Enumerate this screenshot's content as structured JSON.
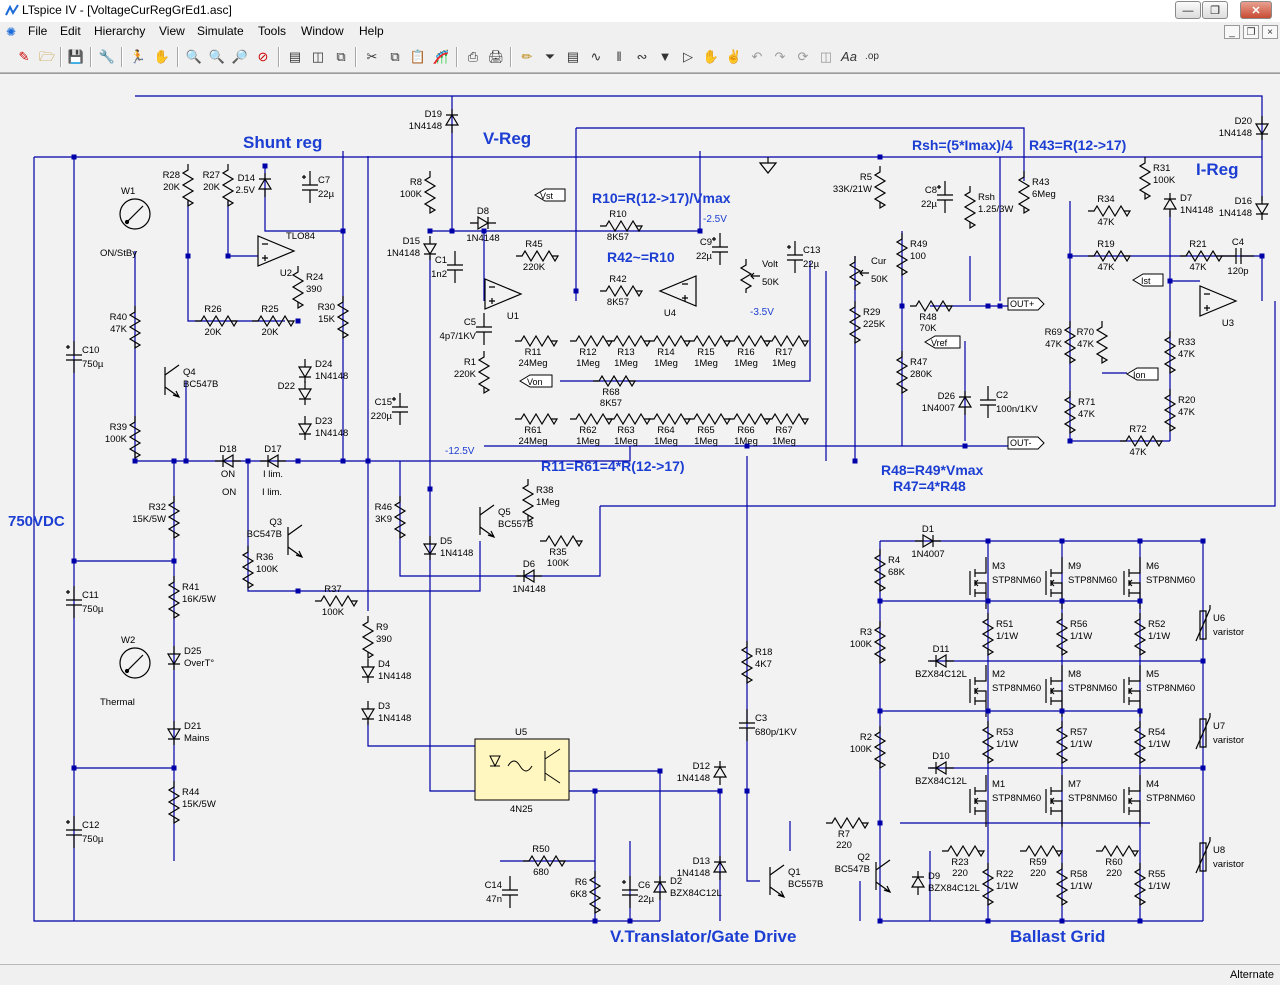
{
  "window": {
    "title": "LTspice IV - [VoltageCurRegGrEd1.asc]"
  },
  "menu": [
    "File",
    "Edit",
    "Hierarchy",
    "View",
    "Simulate",
    "Tools",
    "Window",
    "Help"
  ],
  "toolbar_icons": [
    "new-schematic-icon",
    "open-icon",
    "save-icon",
    "control-panel-icon",
    "run-icon",
    "halt-icon",
    "zoom-in-icon",
    "zoom-pan-icon",
    "zoom-out-icon",
    "zoom-cancel-icon",
    "tile-horizontal-icon",
    "tile-vertical-icon",
    "cascade-icon",
    "cut-icon",
    "copy-icon",
    "paste-icon",
    "find-icon",
    "print-setup-icon",
    "print-icon",
    "draw-wire-icon",
    "ground-icon",
    "label-net-icon",
    "resistor-icon",
    "capacitor-icon",
    "inductor-icon",
    "diode-icon",
    "component-icon",
    "move-icon",
    "drag-icon",
    "undo-icon",
    "redo-icon",
    "rotate-icon",
    "mirror-icon",
    "text-icon",
    "spice-directive-icon"
  ],
  "status": {
    "text": "Alternate"
  },
  "schematic": {
    "headings": {
      "shunt_reg": "Shunt reg",
      "v_reg": "V-Reg",
      "i_reg": "I-Reg",
      "v_translator": "V.Translator/Gate Drive",
      "ballast_grid": "Ballast Grid",
      "supply": "750VDC"
    },
    "notes": {
      "rsh_formula": "Rsh=(5*Imax)/4",
      "r43_formula": "R43=R(12->17)",
      "r10_formula": "R10=R(12->17)/Vmax",
      "r42_formula": "R42~=R10",
      "r11_formula": "R11=R61=4*R(12->17)",
      "r48_formula": "R48=R49*Vmax",
      "r47_formula": "R47=4*R48",
      "n25v": "-2.5V",
      "n35v": "-3.5V",
      "n125v": "-12.5V"
    },
    "netlabels": {
      "vst": "Vst",
      "ist": "Ist",
      "vref": "Vref",
      "von": "Von",
      "ion": "Ion",
      "outp": "OUT+",
      "outm": "OUT-"
    },
    "parts": [
      {
        "ref": "D19",
        "val": "1N4148"
      },
      {
        "ref": "D20",
        "val": "1N4148"
      },
      {
        "ref": "R31",
        "val": "100K"
      },
      {
        "ref": "R28",
        "val": "20K"
      },
      {
        "ref": "R27",
        "val": "20K"
      },
      {
        "ref": "D14",
        "val": "2.5V"
      },
      {
        "ref": "C7",
        "val": "22µ"
      },
      {
        "ref": "W1",
        "val": "ON/StBy"
      },
      {
        "ref": "U2",
        "val": "TLO84"
      },
      {
        "ref": "R24",
        "val": "390"
      },
      {
        "ref": "R30",
        "val": "15K"
      },
      {
        "ref": "R26",
        "val": "20K"
      },
      {
        "ref": "R25",
        "val": "20K"
      },
      {
        "ref": "R40",
        "val": "47K"
      },
      {
        "ref": "C10",
        "val": "750µ"
      },
      {
        "ref": "Q4",
        "val": "BC547B"
      },
      {
        "ref": "D24",
        "val": "1N4148"
      },
      {
        "ref": "D22",
        "val": ""
      },
      {
        "ref": "D23",
        "val": "1N4148"
      },
      {
        "ref": "R39",
        "val": "100K"
      },
      {
        "ref": "D18",
        "val": "ON"
      },
      {
        "ref": "D17",
        "val": "I lim."
      },
      {
        "ref": "R8",
        "val": "100K"
      },
      {
        "ref": "D8",
        "val": "1N4148"
      },
      {
        "ref": "D15",
        "val": "1N4148"
      },
      {
        "ref": "C1",
        "val": "1n2"
      },
      {
        "ref": "R45",
        "val": "220K"
      },
      {
        "ref": "U1",
        "val": ""
      },
      {
        "ref": "C5",
        "val": "4p7/1KV"
      },
      {
        "ref": "R1",
        "val": "220K"
      },
      {
        "ref": "R10",
        "val": "8K57"
      },
      {
        "ref": "R42",
        "val": "8K57"
      },
      {
        "ref": "U4",
        "val": ""
      },
      {
        "ref": "C9",
        "val": "22µ"
      },
      {
        "ref": "Volt",
        "val": "50K"
      },
      {
        "ref": "C13",
        "val": "22µ"
      },
      {
        "ref": "Cur",
        "val": "50K"
      },
      {
        "ref": "R11",
        "val": "24Meg"
      },
      {
        "ref": "R12",
        "val": "1Meg"
      },
      {
        "ref": "R13",
        "val": "1Meg"
      },
      {
        "ref": "R14",
        "val": "1Meg"
      },
      {
        "ref": "R15",
        "val": "1Meg"
      },
      {
        "ref": "R16",
        "val": "1Meg"
      },
      {
        "ref": "R17",
        "val": "1Meg"
      },
      {
        "ref": "R68",
        "val": "8K57"
      },
      {
        "ref": "R61",
        "val": "24Meg"
      },
      {
        "ref": "R62",
        "val": "1Meg"
      },
      {
        "ref": "R63",
        "val": "1Meg"
      },
      {
        "ref": "R64",
        "val": "1Meg"
      },
      {
        "ref": "R65",
        "val": "1Meg"
      },
      {
        "ref": "R66",
        "val": "1Meg"
      },
      {
        "ref": "R67",
        "val": "1Meg"
      },
      {
        "ref": "C15",
        "val": "220µ"
      },
      {
        "ref": "R46",
        "val": "3K9"
      },
      {
        "ref": "R38",
        "val": "1Meg"
      },
      {
        "ref": "R35",
        "val": "100K"
      },
      {
        "ref": "Q5",
        "val": "BC557B"
      },
      {
        "ref": "D5",
        "val": "1N4148"
      },
      {
        "ref": "D6",
        "val": "1N4148"
      },
      {
        "ref": "R5",
        "val": "33K/21W"
      },
      {
        "ref": "C8",
        "val": "22µ"
      },
      {
        "ref": "Rsh",
        "val": "1.25/3W"
      },
      {
        "ref": "R43",
        "val": "6Meg"
      },
      {
        "ref": "R49",
        "val": "100"
      },
      {
        "ref": "R48",
        "val": "70K"
      },
      {
        "ref": "R29",
        "val": "225K"
      },
      {
        "ref": "R47",
        "val": "280K"
      },
      {
        "ref": "D26",
        "val": "1N4007"
      },
      {
        "ref": "C2",
        "val": "100n/1KV"
      },
      {
        "ref": "R34",
        "val": "47K"
      },
      {
        "ref": "R19",
        "val": "47K"
      },
      {
        "ref": "D7",
        "val": "1N4148"
      },
      {
        "ref": "D16",
        "val": "1N4148"
      },
      {
        "ref": "R21",
        "val": "47K"
      },
      {
        "ref": "C4",
        "val": "120p"
      },
      {
        "ref": "U3",
        "val": ""
      },
      {
        "ref": "R69",
        "val": "47K"
      },
      {
        "ref": "R70",
        "val": "47K"
      },
      {
        "ref": "R71",
        "val": "47K"
      },
      {
        "ref": "R72",
        "val": "47K"
      },
      {
        "ref": "R33",
        "val": "47K"
      },
      {
        "ref": "R20",
        "val": "47K"
      },
      {
        "ref": "R32",
        "val": "15K/5W"
      },
      {
        "ref": "R36",
        "val": "100K"
      },
      {
        "ref": "Q3",
        "val": "BC547B"
      },
      {
        "ref": "R37",
        "val": "100K"
      },
      {
        "ref": "C11",
        "val": "750µ"
      },
      {
        "ref": "R41",
        "val": "16K/5W"
      },
      {
        "ref": "W2",
        "val": "Thermal"
      },
      {
        "ref": "D25",
        "val": "OverT°"
      },
      {
        "ref": "D21",
        "val": "Mains"
      },
      {
        "ref": "R44",
        "val": "15K/5W"
      },
      {
        "ref": "C12",
        "val": "750µ"
      },
      {
        "ref": "R9",
        "val": "390"
      },
      {
        "ref": "D4",
        "val": "1N4148"
      },
      {
        "ref": "D3",
        "val": "1N4148"
      },
      {
        "ref": "U5",
        "val": "4N25"
      },
      {
        "ref": "D12",
        "val": "1N4148"
      },
      {
        "ref": "D13",
        "val": "1N4148"
      },
      {
        "ref": "R18",
        "val": "4K7"
      },
      {
        "ref": "C3",
        "val": "680p/1KV"
      },
      {
        "ref": "R50",
        "val": "680"
      },
      {
        "ref": "C14",
        "val": "47n"
      },
      {
        "ref": "R6",
        "val": "6K8"
      },
      {
        "ref": "C6",
        "val": "22µ"
      },
      {
        "ref": "D2",
        "val": "BZX84C12L"
      },
      {
        "ref": "Q1",
        "val": "BC557B"
      },
      {
        "ref": "Q2",
        "val": "BC547B"
      },
      {
        "ref": "R7",
        "val": "220"
      },
      {
        "ref": "D1",
        "val": "1N4007"
      },
      {
        "ref": "R4",
        "val": "68K"
      },
      {
        "ref": "R3",
        "val": "100K"
      },
      {
        "ref": "R2",
        "val": "100K"
      },
      {
        "ref": "D11",
        "val": "BZX84C12L"
      },
      {
        "ref": "D10",
        "val": "BZX84C12L"
      },
      {
        "ref": "D9",
        "val": "BZX84C12L"
      },
      {
        "ref": "M3",
        "val": "STP8NM60"
      },
      {
        "ref": "M9",
        "val": "STP8NM60"
      },
      {
        "ref": "M6",
        "val": "STP8NM60"
      },
      {
        "ref": "M2",
        "val": "STP8NM60"
      },
      {
        "ref": "M8",
        "val": "STP8NM60"
      },
      {
        "ref": "M5",
        "val": "STP8NM60"
      },
      {
        "ref": "M1",
        "val": "STP8NM60"
      },
      {
        "ref": "M7",
        "val": "STP8NM60"
      },
      {
        "ref": "M4",
        "val": "STP8NM60"
      },
      {
        "ref": "R51",
        "val": "1/1W"
      },
      {
        "ref": "R56",
        "val": "1/1W"
      },
      {
        "ref": "R52",
        "val": "1/1W"
      },
      {
        "ref": "R53",
        "val": "1/1W"
      },
      {
        "ref": "R57",
        "val": "1/1W"
      },
      {
        "ref": "R54",
        "val": "1/1W"
      },
      {
        "ref": "R23",
        "val": "220"
      },
      {
        "ref": "R59",
        "val": "220"
      },
      {
        "ref": "R60",
        "val": "220"
      },
      {
        "ref": "R22",
        "val": "1/1W"
      },
      {
        "ref": "R58",
        "val": "1/1W"
      },
      {
        "ref": "R55",
        "val": "1/1W"
      },
      {
        "ref": "U6",
        "val": "varistor"
      },
      {
        "ref": "U7",
        "val": "varistor"
      },
      {
        "ref": "U8",
        "val": "varistor"
      }
    ]
  },
  "colors": {
    "wire": "#0000a8",
    "part": "#000000",
    "heading": "#1c3ed2",
    "junction": "#0000a8",
    "opto_fill": "#fff6c0"
  }
}
